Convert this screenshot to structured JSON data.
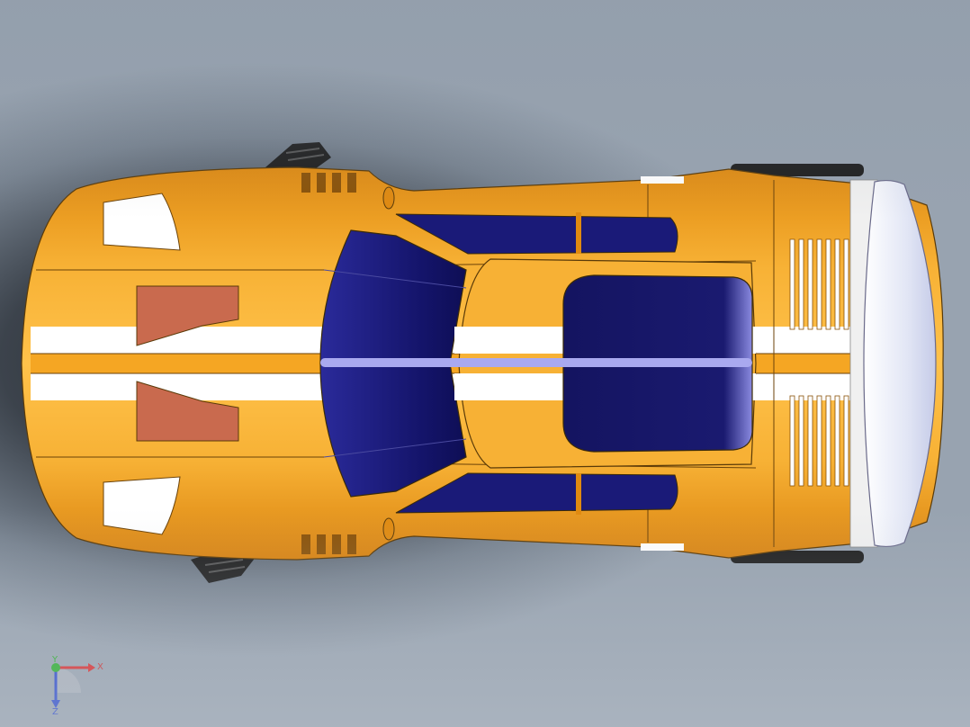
{
  "triad": {
    "x_label": "X",
    "y_label": "Y",
    "z_label": "Z",
    "colors": {
      "x": "#e02020",
      "y": "#20b020",
      "z": "#2040d0"
    }
  },
  "model": {
    "body_color": "#f5a623",
    "stripe_color": "#ffffff",
    "glass_color": "#1a1a78",
    "vent_color": "#c96a4e",
    "tire_color": "#1e1e1e"
  }
}
